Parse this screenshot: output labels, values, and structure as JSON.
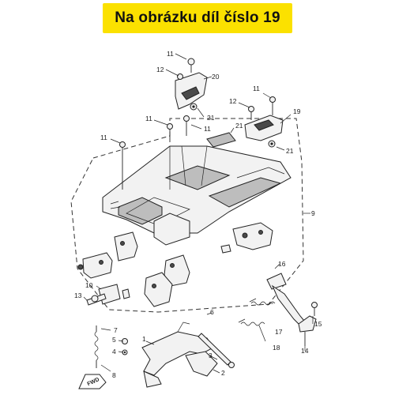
{
  "header": {
    "title": "Na obrázku díl číslo 19"
  },
  "callouts": {
    "c11a": "11",
    "c12a": "12",
    "c20": "20",
    "c21a": "21",
    "c11b": "11",
    "c12b": "12",
    "c19": "19",
    "c21b": "21",
    "c11c": "11",
    "c11d": "11",
    "c21c": "21",
    "c11e": "11",
    "c9": "9",
    "c16": "16",
    "c10": "10",
    "c13": "13",
    "c15": "15",
    "c14": "14",
    "c6": "6",
    "c17": "17",
    "c7": "7",
    "c5": "5",
    "c4": "4",
    "c1": "1",
    "c18": "18",
    "c3": "3",
    "c8": "8",
    "c2": "2"
  },
  "badge": {
    "fwd": "FWD"
  }
}
